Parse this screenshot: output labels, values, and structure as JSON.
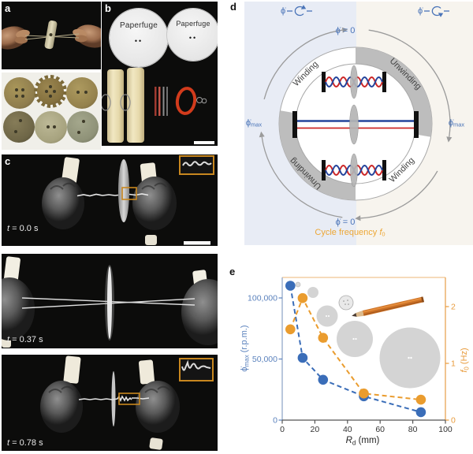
{
  "colors": {
    "data_blue": "#3a6db8",
    "data_orange": "#ea9c2e",
    "accent_blue": "#4a74b8",
    "bg_left_half": "#e8ecf5",
    "bg_right_half": "#f7f4ee",
    "ring_gray": "#bdbdbd",
    "highlight_box_orange": "#c8871f"
  },
  "figure": {
    "panel_a": {
      "label": "a"
    },
    "panel_b": {
      "label": "b",
      "disc1_label": "Paperfuge",
      "disc2_label": "Paperfuge",
      "disc1_dots": "••",
      "disc2_dots": "••"
    },
    "panel_c": {
      "label": "c",
      "frame1": {
        "time_var": "t",
        "time_rest": " = 0.0 s"
      },
      "frame2": {
        "time_var": "t",
        "time_rest": " = 0.37 s"
      },
      "frame3": {
        "time_var": "t",
        "time_rest": " = 0.78 s"
      }
    },
    "panel_d": {
      "label": "d",
      "spin_left_symbol": "ϕ̇",
      "spin_right_symbol": "ϕ̇",
      "phi_zero_top": "ϕ̇ = 0",
      "phi_zero_bottom": "ϕ̇ = 0",
      "phi_max_left_base": "ϕ̇",
      "phi_max_left_sub": "max",
      "phi_max_right_base": "ϕ̇",
      "phi_max_right_sub": "max",
      "ring_top_left": "Winding",
      "ring_top_right": "Unwinding",
      "ring_bottom_left": "Unwinding",
      "ring_bottom_right": "Winding",
      "cycle_label": "Cycle frequency ",
      "cycle_var": "f",
      "cycle_sub": "0"
    },
    "panel_e": {
      "label": "e"
    }
  },
  "chart_data": {
    "type": "scatter",
    "x_axis": {
      "label_var": "R",
      "label_sub": "d",
      "label_unit": " (mm)",
      "ticks": [
        "0",
        "20",
        "40",
        "60",
        "80",
        "100"
      ],
      "range": [
        0,
        100
      ]
    },
    "y_left_axis": {
      "label_var": "ϕ̇",
      "label_sub": "max",
      "label_unit": " (r.p.m.)",
      "ticks": [
        "0",
        "50,000",
        "100,000"
      ],
      "range": [
        0,
        121000
      ],
      "color": "#3a6db8"
    },
    "y_right_axis": {
      "label_var": "f",
      "label_sub": "0",
      "label_unit": " (Hz)",
      "ticks": [
        "0",
        "1",
        "2"
      ],
      "range": [
        0,
        2.52
      ],
      "color": "#ea9c2e"
    },
    "x": [
      5,
      12.5,
      25,
      50,
      85
    ],
    "series": [
      {
        "name": "phi-dot-max-rpm",
        "axis": "left",
        "color": "#3a6db8",
        "values": [
          110000,
          51000,
          33000,
          19500,
          6500
        ]
      },
      {
        "name": "f0-hz",
        "axis": "right",
        "color": "#ea9c2e",
        "values": [
          1.6,
          2.15,
          1.45,
          0.47,
          0.36
        ]
      }
    ],
    "legend": "none",
    "grid": false
  }
}
